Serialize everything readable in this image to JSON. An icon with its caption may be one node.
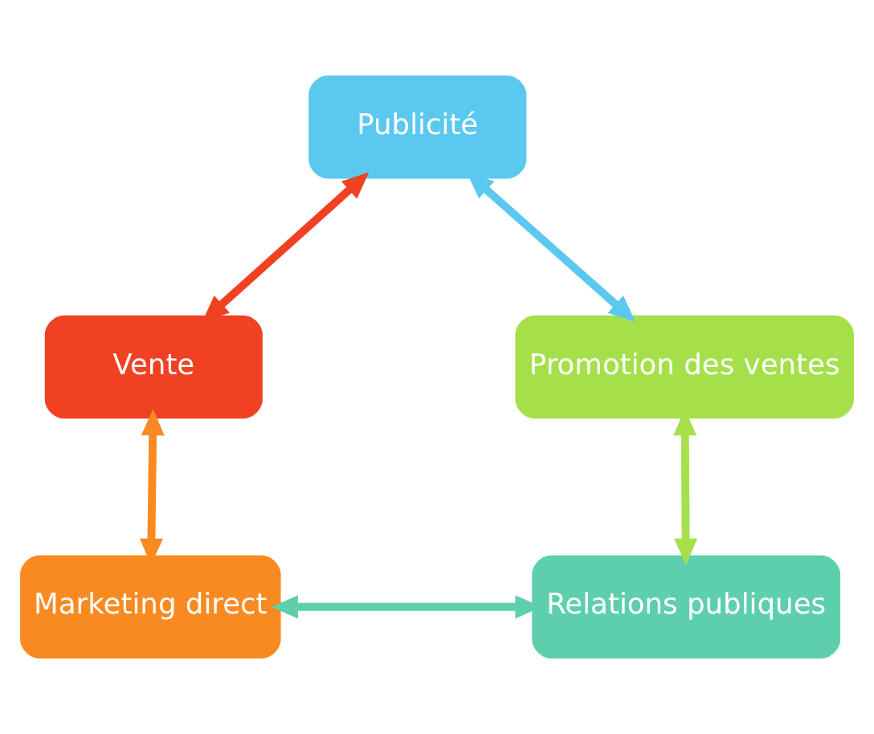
{
  "diagram": {
    "nodes": [
      {
        "text": [
          "Publicité"
        ]
      },
      {
        "text": [
          "Vente"
        ]
      },
      {
        "text": [
          "Promotion des ventes"
        ]
      },
      {
        "text": [
          "Marketing direct"
        ]
      },
      {
        "text": [
          "Relations publiques"
        ]
      }
    ],
    "edges": [
      {
        "from": 1,
        "to": 0,
        "arrow": "both",
        "color": "#f04123"
      },
      {
        "from": 0,
        "to": 2,
        "arrow": "both",
        "color": "#5bc8f0"
      },
      {
        "from": 1,
        "to": 3,
        "arrow": "both",
        "color": "#f98a22"
      },
      {
        "from": 2,
        "to": 4,
        "arrow": "both",
        "color": "#a5e04a"
      },
      {
        "from": 3,
        "to": 4,
        "arrow": "both",
        "color": "#5ecfad"
      }
    ]
  }
}
